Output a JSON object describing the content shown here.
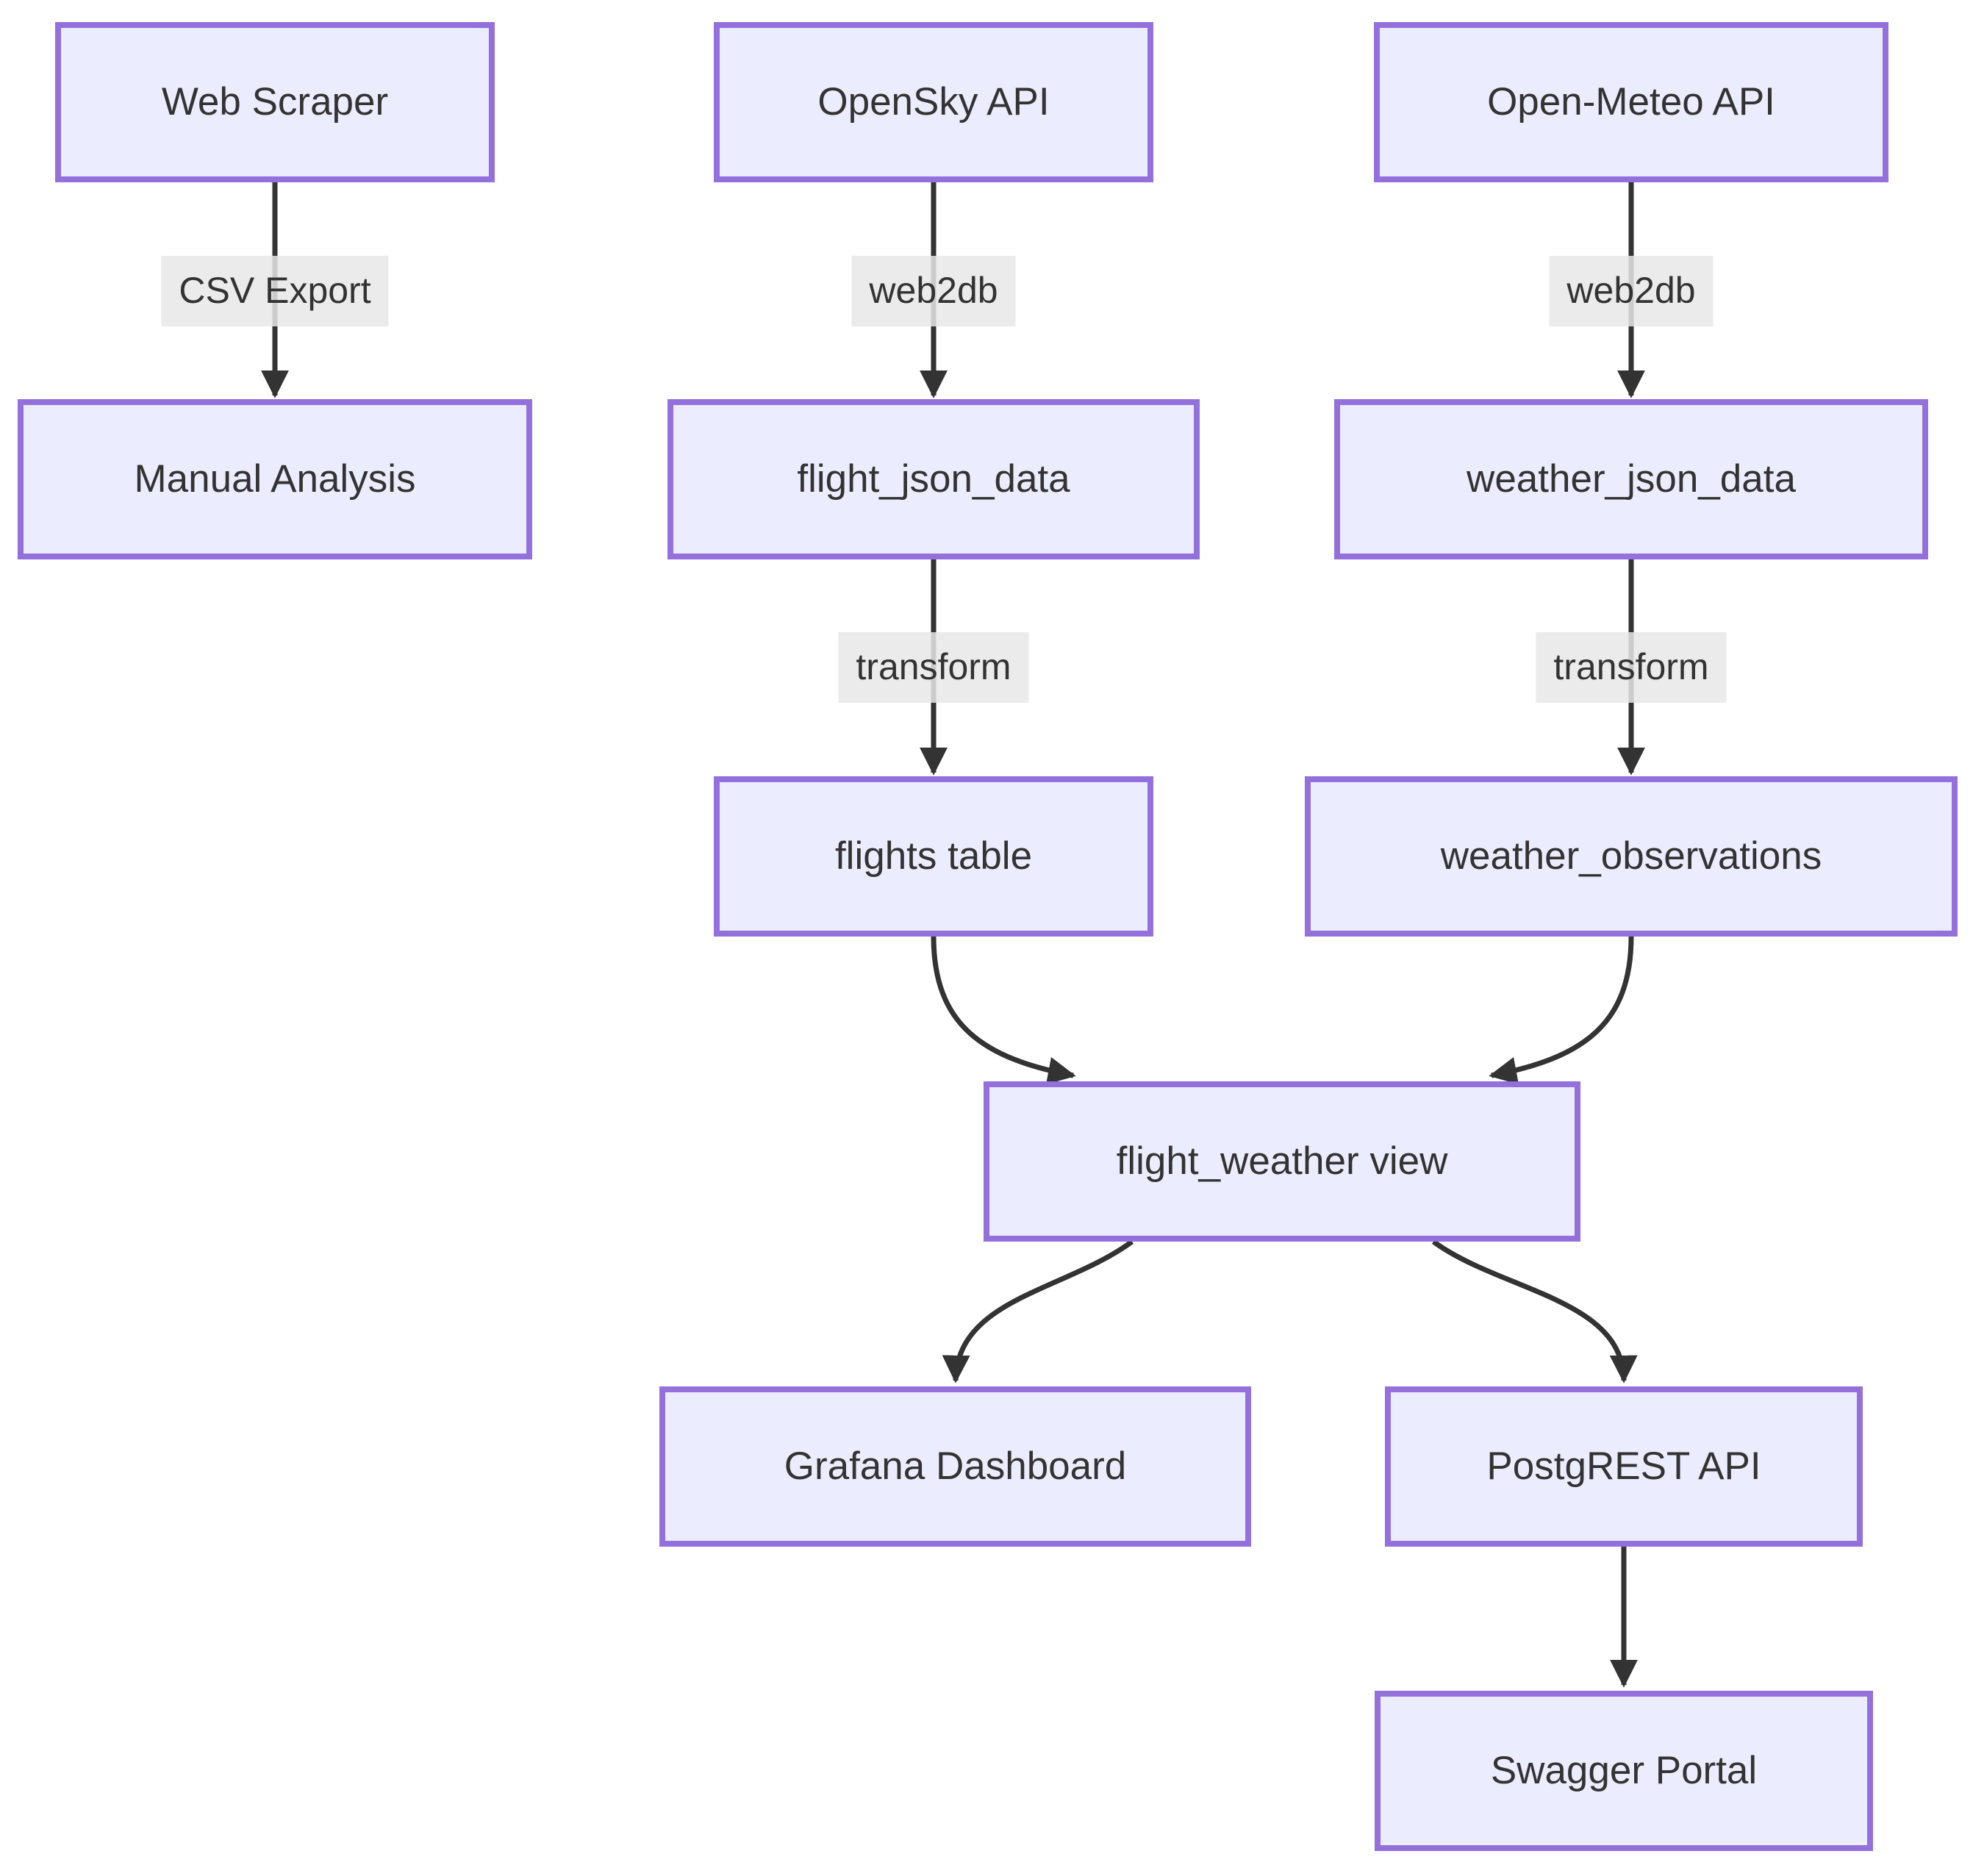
{
  "diagram": {
    "type": "flowchart-top-down",
    "colors": {
      "node_fill": "#ECECFF",
      "node_border": "#9370DB",
      "edge_stroke": "#333333",
      "edge_label_bg": "#e8e8e8",
      "text": "#333333",
      "background": "#ffffff"
    },
    "nodes": {
      "web_scraper": {
        "label": "Web Scraper"
      },
      "opensky_api": {
        "label": "OpenSky API"
      },
      "open_meteo_api": {
        "label": "Open-Meteo API"
      },
      "manual_analysis": {
        "label": "Manual Analysis"
      },
      "flight_json_data": {
        "label": "flight_json_data"
      },
      "weather_json_data": {
        "label": "weather_json_data"
      },
      "flights_table": {
        "label": "flights table"
      },
      "weather_observations": {
        "label": "weather_observations"
      },
      "flight_weather_view": {
        "label": "flight_weather view"
      },
      "grafana_dashboard": {
        "label": "Grafana Dashboard"
      },
      "postgrest_api": {
        "label": "PostgREST API"
      },
      "swagger_portal": {
        "label": "Swagger Portal"
      }
    },
    "edge_labels": {
      "csv_export": "CSV Export",
      "web2db_flights": "web2db",
      "web2db_weather": "web2db",
      "transform_flights": "transform",
      "transform_weather": "transform"
    },
    "edges": [
      {
        "from": "Web Scraper",
        "to": "Manual Analysis",
        "label": "CSV Export"
      },
      {
        "from": "OpenSky API",
        "to": "flight_json_data",
        "label": "web2db"
      },
      {
        "from": "Open-Meteo API",
        "to": "weather_json_data",
        "label": "web2db"
      },
      {
        "from": "flight_json_data",
        "to": "flights table",
        "label": "transform"
      },
      {
        "from": "weather_json_data",
        "to": "weather_observations",
        "label": "transform"
      },
      {
        "from": "flights table",
        "to": "flight_weather view",
        "label": ""
      },
      {
        "from": "weather_observations",
        "to": "flight_weather view",
        "label": ""
      },
      {
        "from": "flight_weather view",
        "to": "Grafana Dashboard",
        "label": ""
      },
      {
        "from": "flight_weather view",
        "to": "PostgREST API",
        "label": ""
      },
      {
        "from": "PostgREST API",
        "to": "Swagger Portal",
        "label": ""
      }
    ]
  }
}
